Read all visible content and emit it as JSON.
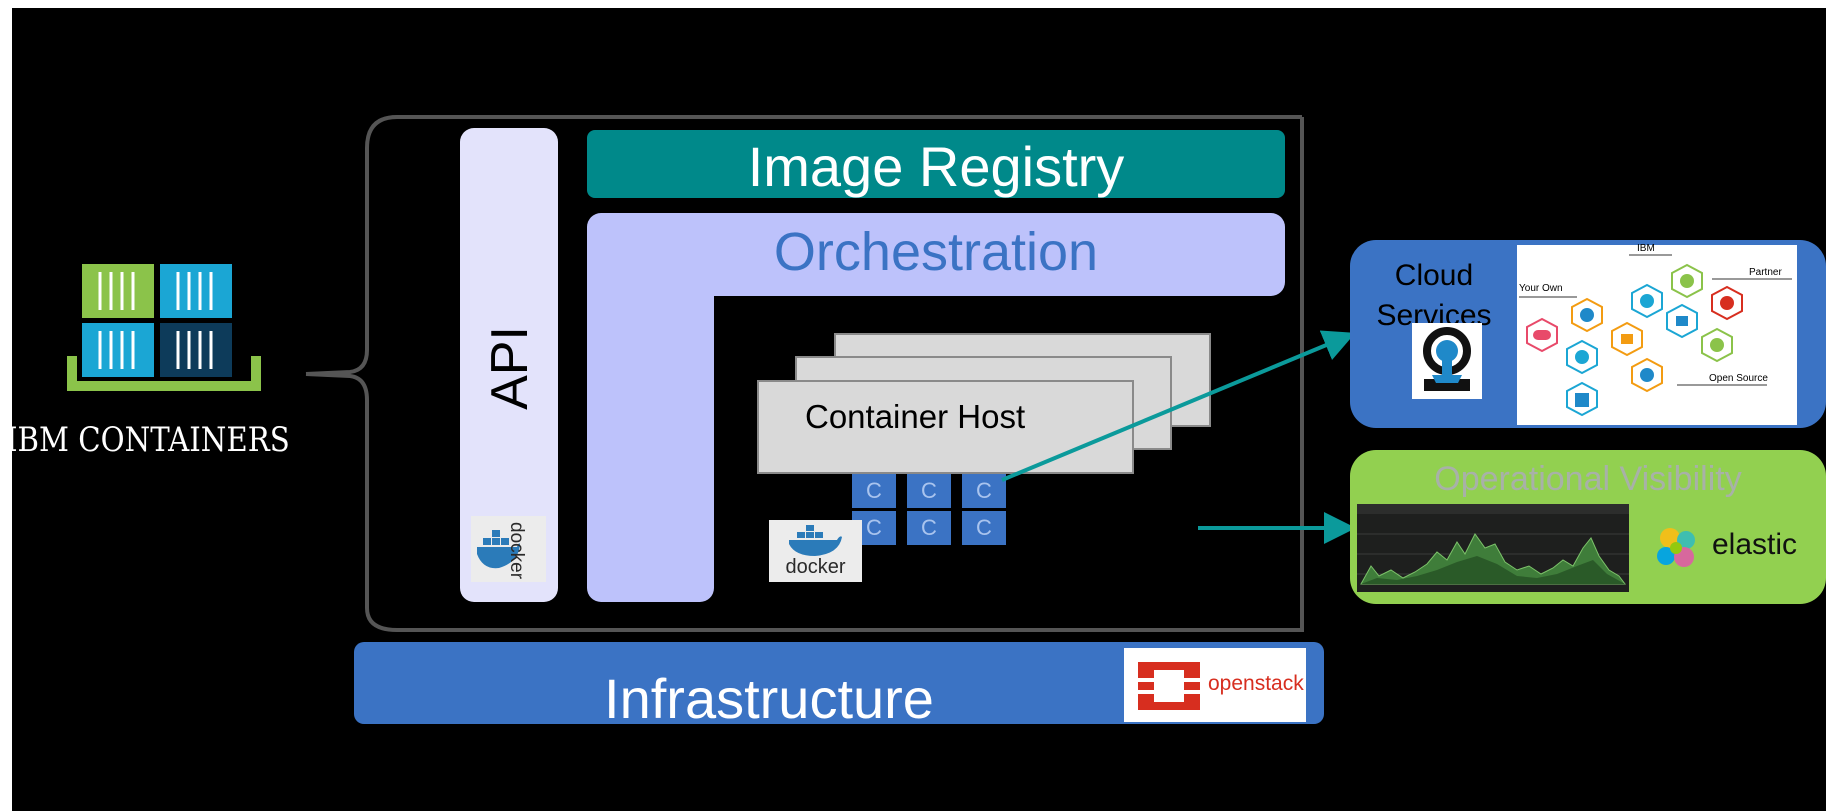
{
  "brand": {
    "label": "IBM CONTAINERS"
  },
  "layers": {
    "api": "API",
    "image_registry": "Image Registry",
    "orchestration": "Orchestration",
    "container_host": "Container Host",
    "infrastructure": "Infrastructure",
    "container_cell_letter": "C"
  },
  "logos": {
    "docker_api": "docker",
    "docker_host": "docker",
    "openstack": "openstack"
  },
  "services": {
    "cloud_services": "Cloud Services",
    "operational_visibility": "Operational Visibility",
    "elastic": "elastic",
    "ecosystem_labels": {
      "ibm": "IBM",
      "partner": "Partner",
      "your_own": "Your Own",
      "open_source": "Open Source"
    }
  },
  "colors": {
    "teal": "#00898a",
    "lavender": "#bdc2fb",
    "api_bg": "#e3e3fb",
    "blue": "#3b73c4",
    "green": "#92d050",
    "orch_text": "#3b73c4",
    "arrow": "#0b9a9b"
  }
}
